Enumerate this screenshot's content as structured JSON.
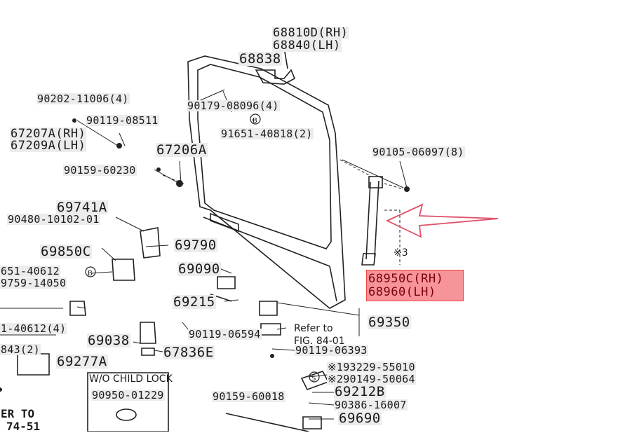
{
  "parts": {
    "p68810D": "68810D(RH)",
    "p68840": "68840(LH)",
    "p68838": "68838",
    "p90202": "90202-11006(4)",
    "p90179": "90179-08096(4)",
    "p90119_08511": "90119-08511",
    "p67207A": "67207A(RH)",
    "p67209A": "67209A(LH)",
    "p91651_40818": "91651-40818(2)",
    "p67206A": "67206A",
    "p90105": "90105-06097(8)",
    "p90159_60230": "90159-60230",
    "p69741A": "69741A",
    "p90480": "90480-10102-01",
    "p69850C": "69850C",
    "p69790": "69790",
    "p91651_40612a": "651-40612",
    "p69759": "9759-14050",
    "p69090": "69090",
    "mark3": "※3",
    "p68950C": "68950C(RH)",
    "p68960": "68960(LH)",
    "p69215": "69215",
    "p91651_40612b": "1-40612(4)",
    "p69350": "69350",
    "p90119_06594": "90119-06594",
    "refer_to": "Refer to",
    "fig_ref": "FIG. 84-01",
    "p69038": "69038",
    "p67836E": "67836E",
    "p90119_06393": "90119-06393",
    "p843": "843(2)",
    "p69277A": "69277A",
    "p193229": "※193229-55010",
    "p90149": "※290149-50064",
    "wo_child_lock": "W/O CHILD LOCK",
    "p90950": "90950-01229",
    "p69212B": "69212B",
    "p90159_60018": "90159-60018",
    "p90386": "90386-16007",
    "p69690": "69690",
    "er_to": "ER TO",
    "p74_51": "74-51",
    "circle_b": "B",
    "circle_s": "S"
  },
  "colors": {
    "highlight": "#ee3c46",
    "arrow": "#e0506a",
    "ink": "#1a1a1a"
  }
}
